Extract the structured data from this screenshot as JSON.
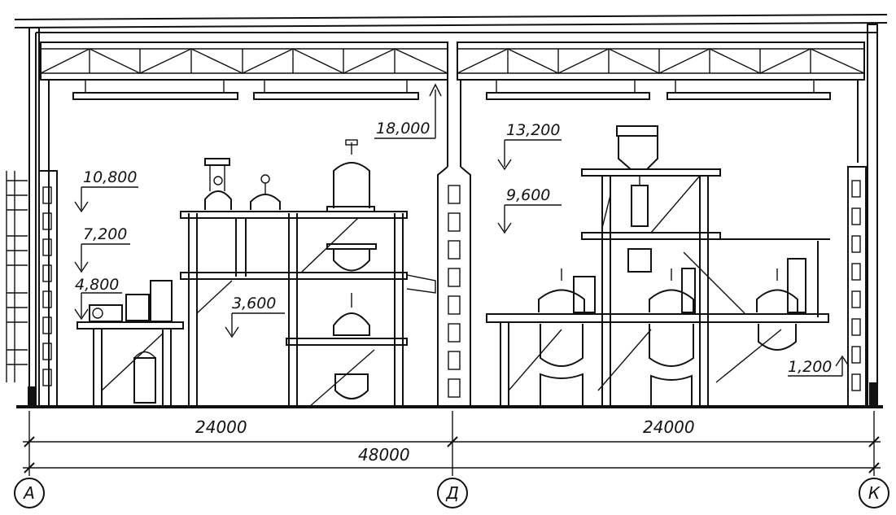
{
  "elevation_marks": [
    "18,000",
    "13,200",
    "10,800",
    "9,600",
    "7,200",
    "4,800",
    "3,600",
    "1,200"
  ],
  "dimensions": {
    "span_left": "24000",
    "span_right": "24000",
    "total": "48000"
  },
  "axes": {
    "left": "А",
    "middle": "Д",
    "right": "К"
  }
}
